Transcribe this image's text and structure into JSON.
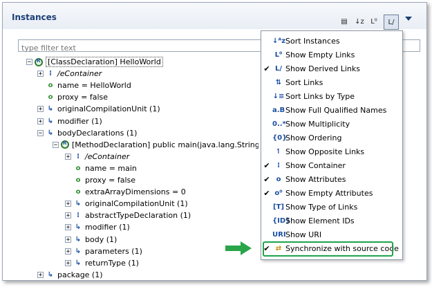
{
  "panel": {
    "title": "Instances"
  },
  "filter": {
    "placeholder": "type filter text"
  },
  "toolbar": {
    "active_icon": "show-derived-links-icon"
  },
  "tree": [
    {
      "text": "[ClassDeclaration] HelloWorld",
      "icon": "object-icon",
      "exp": "−",
      "level": 0
    },
    {
      "text": "/eContainer",
      "icon": "container-icon",
      "exp": "+",
      "level": 1,
      "italic": true
    },
    {
      "text": "name = HelloWorld",
      "icon": "attribute-icon",
      "exp": "",
      "level": 1
    },
    {
      "text": "proxy = false",
      "icon": "attribute-icon",
      "exp": "",
      "level": 1
    },
    {
      "text": "originalCompilationUnit (1)",
      "icon": "reference-icon",
      "exp": "+",
      "level": 1
    },
    {
      "text": "modifier (1)",
      "icon": "containment-icon",
      "exp": "+",
      "level": 1
    },
    {
      "text": "bodyDeclarations (1)",
      "icon": "containment-icon",
      "exp": "−",
      "level": 1
    },
    {
      "text": "[MethodDeclaration] public main(java.lang.String[] args",
      "icon": "object-icon",
      "exp": "−",
      "level": 2
    },
    {
      "text": "/eContainer",
      "icon": "container-icon",
      "exp": "+",
      "level": 3,
      "italic": true
    },
    {
      "text": "name = main",
      "icon": "attribute-icon",
      "exp": "",
      "level": 3
    },
    {
      "text": "proxy = false",
      "icon": "attribute-icon",
      "exp": "",
      "level": 3
    },
    {
      "text": "extraArrayDimensions = 0",
      "icon": "attribute-icon",
      "exp": "",
      "level": 3
    },
    {
      "text": "originalCompilationUnit (1)",
      "icon": "reference-icon",
      "exp": "+",
      "level": 3
    },
    {
      "text": "abstractTypeDeclaration (1)",
      "icon": "container-icon",
      "exp": "+",
      "level": 3
    },
    {
      "text": "modifier (1)",
      "icon": "containment-icon",
      "exp": "+",
      "level": 3
    },
    {
      "text": "body (1)",
      "icon": "containment-icon",
      "exp": "+",
      "level": 3
    },
    {
      "text": "parameters (1)",
      "icon": "containment-icon",
      "exp": "+",
      "level": 3
    },
    {
      "text": "returnType (1)",
      "icon": "containment-icon",
      "exp": "+",
      "level": 3
    },
    {
      "text": "package (1)",
      "icon": "reference-icon",
      "exp": "+",
      "level": 1
    }
  ],
  "menu": [
    {
      "label": "Sort Instances",
      "checked": false,
      "icon": "sort-az-icon"
    },
    {
      "label": "Show Empty Links",
      "checked": false,
      "icon": "empty-links-icon"
    },
    {
      "label": "Show Derived Links",
      "checked": true,
      "icon": "derived-links-icon"
    },
    {
      "label": "Sort Links",
      "checked": false,
      "icon": "sort-links-icon"
    },
    {
      "label": "Sort Links by Type",
      "checked": false,
      "icon": "sort-by-type-icon"
    },
    {
      "label": "Show Full Qualified Names",
      "checked": false,
      "icon": "qualified-names-icon"
    },
    {
      "label": "Show Multiplicity",
      "checked": false,
      "icon": "multiplicity-icon"
    },
    {
      "label": "Show Ordering",
      "checked": false,
      "icon": "ordering-icon"
    },
    {
      "label": "Show Opposite Links",
      "checked": false,
      "icon": "opposite-links-icon"
    },
    {
      "label": "Show Container",
      "checked": true,
      "icon": "container-icon"
    },
    {
      "label": "Show Attributes",
      "checked": true,
      "icon": "attributes-icon"
    },
    {
      "label": "Show Empty Attributes",
      "checked": true,
      "icon": "empty-attributes-icon"
    },
    {
      "label": "Show Type of Links",
      "checked": false,
      "icon": "link-type-icon"
    },
    {
      "label": "Show Element IDs",
      "checked": false,
      "icon": "element-ids-icon"
    },
    {
      "label": "Show URI",
      "checked": false,
      "icon": "uri-icon"
    },
    {
      "label": "Synchronize with source code",
      "checked": true,
      "icon": "synchronize-icon"
    }
  ],
  "glyphs": {
    "check": "✔",
    "object-icon": "",
    "container-icon": "⁝",
    "attribute-icon": "o",
    "reference-icon": "↳",
    "containment-icon": "↳",
    "sort-az-icon": "↓ᴬz",
    "empty-links-icon": "L⁰",
    "derived-links-icon": "L/",
    "sort-links-icon": "⇅",
    "sort-by-type-icon": "↓≡",
    "qualified-names-icon": "a.B",
    "multiplicity-icon": "0..*",
    "ordering-icon": "{0}",
    "opposite-links-icon": "↿",
    "attributes-icon": "o",
    "empty-attributes-icon": "o⁰",
    "link-type-icon": "[T]",
    "element-ids-icon": "{ID}",
    "uri-icon": "URI",
    "synchronize-icon": "⇄"
  }
}
